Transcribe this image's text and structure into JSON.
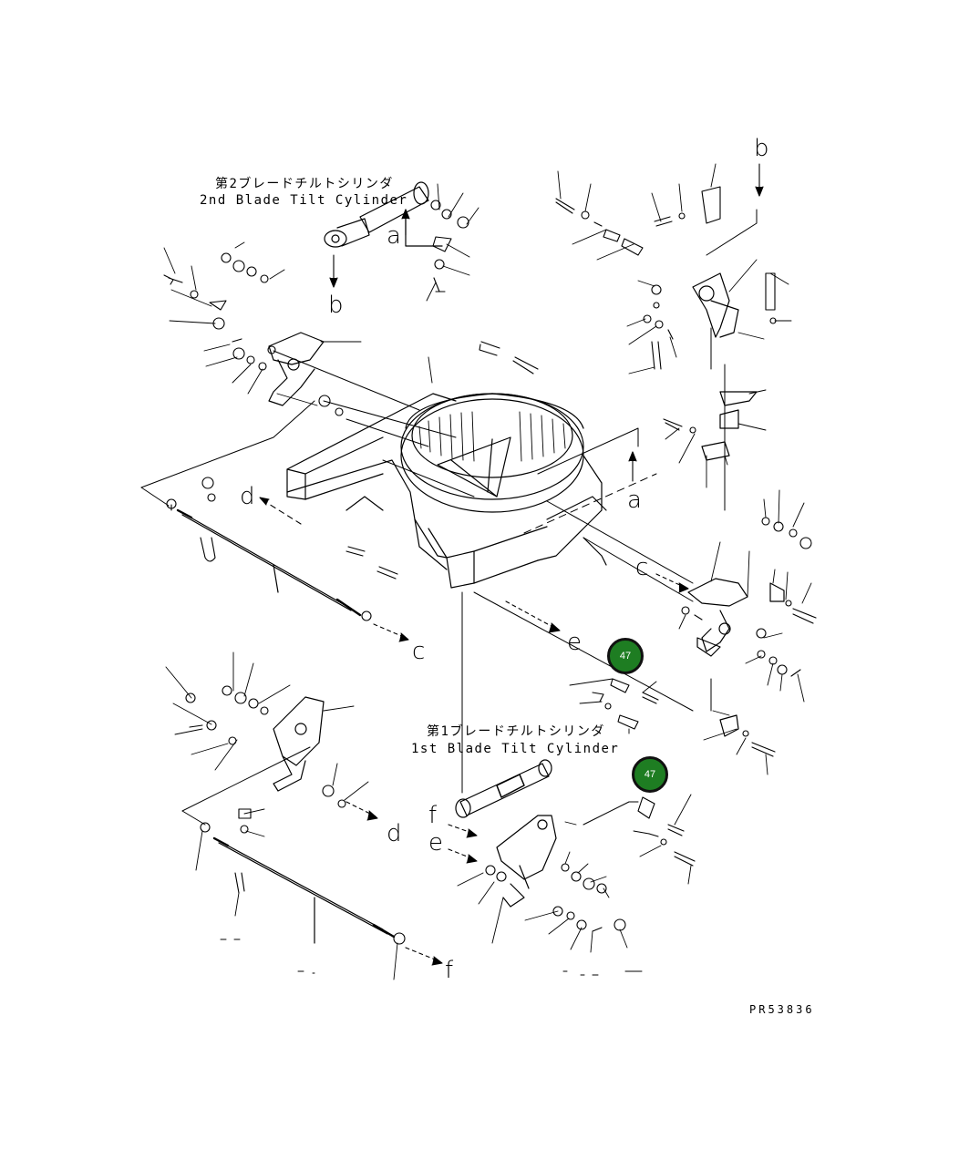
{
  "drawing_code": "PR53836",
  "captions": {
    "second_cylinder_ja": "第2ブレードチルトシリンダ",
    "second_cylinder_en": "2nd Blade Tilt Cylinder",
    "first_cylinder_ja": "第1ブレードチルトシリンダ",
    "first_cylinder_en": "1st Blade Tilt Cylinder"
  },
  "ref_letters": {
    "a": "a",
    "b": "b",
    "c": "c",
    "d": "d",
    "e": "e",
    "f": "f"
  },
  "callouts": [
    {
      "label": "47"
    },
    {
      "label": "47"
    }
  ],
  "colors": {
    "line": "#000000",
    "callout_fill": "#1e7d22",
    "background": "#ffffff"
  }
}
